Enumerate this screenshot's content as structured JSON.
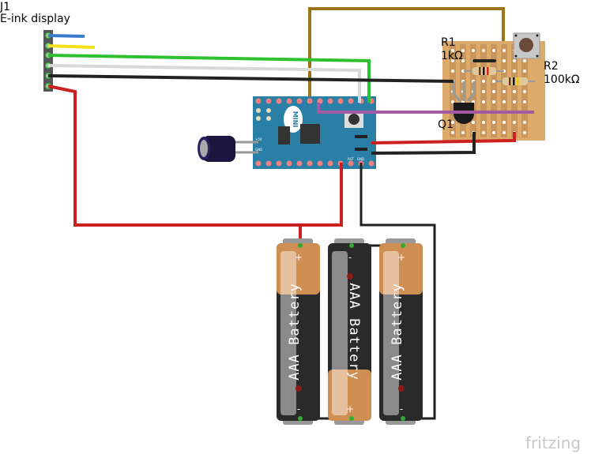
{
  "labels": {
    "j1_ref": "J1",
    "j1_name": "E-ink display",
    "r1_ref": "R1",
    "r1_value": "1kΩ",
    "r2_ref": "R2",
    "r2_value": "100kΩ",
    "q1_ref": "Q1"
  },
  "board": {
    "name": "MINI",
    "pins": {
      "vcc": "+5V",
      "gnd": "GND",
      "rst": "RST",
      "gnd2": "GND"
    }
  },
  "batteries": [
    {
      "label": "AAA Battery",
      "top": "+",
      "bottom": "-"
    },
    {
      "label": "AAA Battery",
      "top": "-",
      "bottom": "+"
    },
    {
      "label": "AAA Battery",
      "top": "+",
      "bottom": "-"
    }
  ],
  "wire_colors": {
    "blue": "#3a7ccc",
    "yellow": "#f5e11c",
    "green": "#2fc02f",
    "white": "#d8d8d8",
    "black": "#222222",
    "red": "#cc1f1f",
    "brown": "#9b7417",
    "purple": "#a35aa3"
  },
  "logo": "fritzing"
}
